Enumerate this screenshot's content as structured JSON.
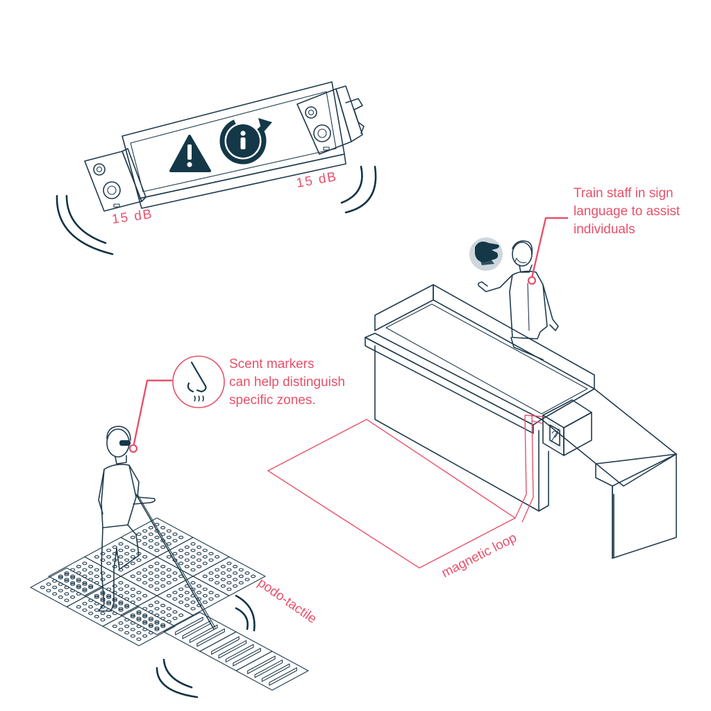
{
  "speaker_bar": {
    "left_level": "15 dB",
    "right_level": "15 dB",
    "icons": [
      "warning-icon",
      "info-refresh-icon"
    ]
  },
  "callouts": {
    "sign_language": "Train staff in sign\nlanguage to assist\nindividuals",
    "scent_markers": "Scent markers\ncan help distinguish\nspecific zones."
  },
  "labels": {
    "magnetic_loop": "magnetic loop",
    "podo_tactile": "podo-tactile"
  },
  "colors": {
    "accent": "#e8506a",
    "line": "#1f3a4b",
    "icon_fill": "#143848"
  }
}
